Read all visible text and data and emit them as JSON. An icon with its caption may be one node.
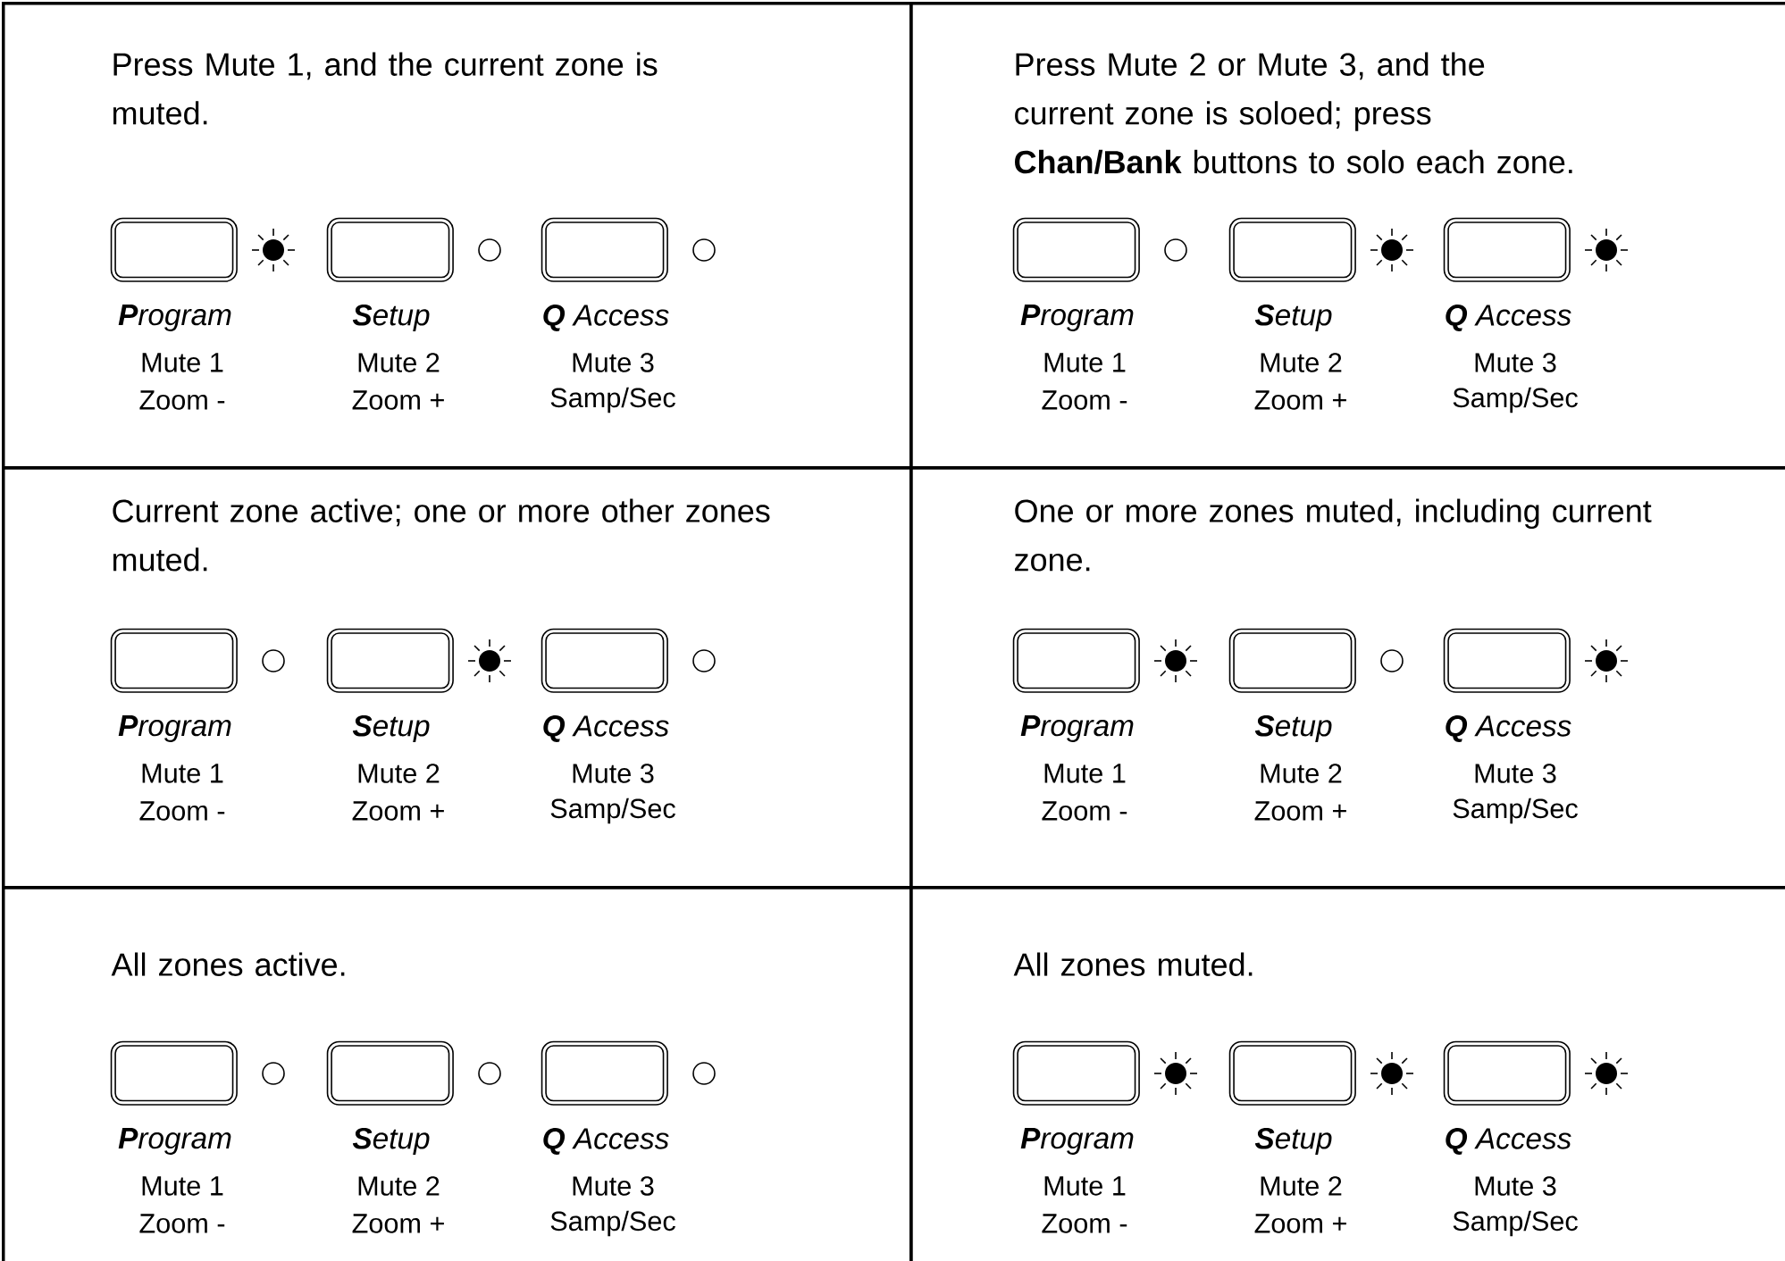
{
  "diagram": {
    "nodes": [
      {
        "text": [
          "Press Mute 1, and the current zone is muted."
        ]
      },
      {
        "text": [
          "**P**rogram",
          "Mute 1",
          "Zoom -"
        ],
        "in": 0
      },
      {
        "text": [],
        "shape": "sun",
        "in": 0
      },
      {
        "text": [
          "**S**etup",
          "Mute 2",
          "Zoom +"
        ],
        "in": 0
      },
      {
        "text": [],
        "shape": "circle",
        "in": 0
      },
      {
        "text": [
          "**Q** Access",
          "Mute 3",
          "Samp/Sec"
        ],
        "in": 0
      },
      {
        "text": [],
        "shape": "circle",
        "in": 0
      },
      {
        "text": [
          "Press Mute 2 or Mute 3, and the current zone is soloed; press **Chan/Bank** buttons to solo each zone."
        ]
      },
      {
        "text": [
          "**P**rogram",
          "Mute 1",
          "Zoom -"
        ],
        "in": 7
      },
      {
        "text": [],
        "shape": "circle",
        "in": 7
      },
      {
        "text": [
          "**S**etup",
          "Mute 2",
          "Zoom +"
        ],
        "in": 7
      },
      {
        "text": [],
        "shape": "sun",
        "in": 7
      },
      {
        "text": [
          "**Q** Access",
          "Mute 3",
          "Samp/Sec"
        ],
        "in": 7
      },
      {
        "text": [],
        "shape": "sun",
        "in": 7
      },
      {
        "text": [
          "Current zone active; one or more other zones muted."
        ]
      },
      {
        "text": [
          "**P**rogram",
          "Mute 1",
          "Zoom -"
        ],
        "in": 14
      },
      {
        "text": [],
        "shape": "circle",
        "in": 14
      },
      {
        "text": [
          "**S**etup",
          "Mute 2",
          "Zoom +"
        ],
        "in": 14
      },
      {
        "text": [],
        "shape": "sun",
        "in": 14
      },
      {
        "text": [
          "**Q** Access",
          "Mute 3",
          "Samp/Sec"
        ],
        "in": 14
      },
      {
        "text": [],
        "shape": "circle",
        "in": 14
      },
      {
        "text": [
          "One or more zones muted, including current zone."
        ]
      },
      {
        "text": [
          "**P**rogram",
          "Mute 1",
          "Zoom -"
        ],
        "in": 21
      },
      {
        "text": [],
        "shape": "sun",
        "in": 21
      },
      {
        "text": [
          "**S**etup",
          "Mute 2",
          "Zoom +"
        ],
        "in": 21
      },
      {
        "text": [],
        "shape": "circle",
        "in": 21
      },
      {
        "text": [
          "**Q** Access",
          "Mute 3",
          "Samp/Sec"
        ],
        "in": 21
      },
      {
        "text": [],
        "shape": "sun",
        "in": 21
      },
      {
        "text": [
          "All zones active."
        ]
      },
      {
        "text": [
          "**P**rogram",
          "Mute 1",
          "Zoom -"
        ],
        "in": 28
      },
      {
        "text": [],
        "shape": "circle",
        "in": 28
      },
      {
        "text": [
          "**S**etup",
          "Mute 2",
          "Zoom +"
        ],
        "in": 28
      },
      {
        "text": [],
        "shape": "circle",
        "in": 28
      },
      {
        "text": [
          "**Q** Access",
          "Mute 3",
          "Samp/Sec"
        ],
        "in": 28
      },
      {
        "text": [],
        "shape": "circle",
        "in": 28
      },
      {
        "text": [
          "All zones muted."
        ]
      },
      {
        "text": [
          "**P**rogram",
          "Mute 1",
          "Zoom -"
        ],
        "in": 35
      },
      {
        "text": [],
        "shape": "sun",
        "in": 35
      },
      {
        "text": [
          "**S**etup",
          "Mute 2",
          "Zoom +"
        ],
        "in": 35
      },
      {
        "text": [],
        "shape": "sun",
        "in": 35
      },
      {
        "text": [
          "**Q** Access",
          "Mute 3",
          "Samp/Sec"
        ],
        "in": 35
      },
      {
        "text": [],
        "shape": "sun",
        "in": 35
      }
    ]
  }
}
